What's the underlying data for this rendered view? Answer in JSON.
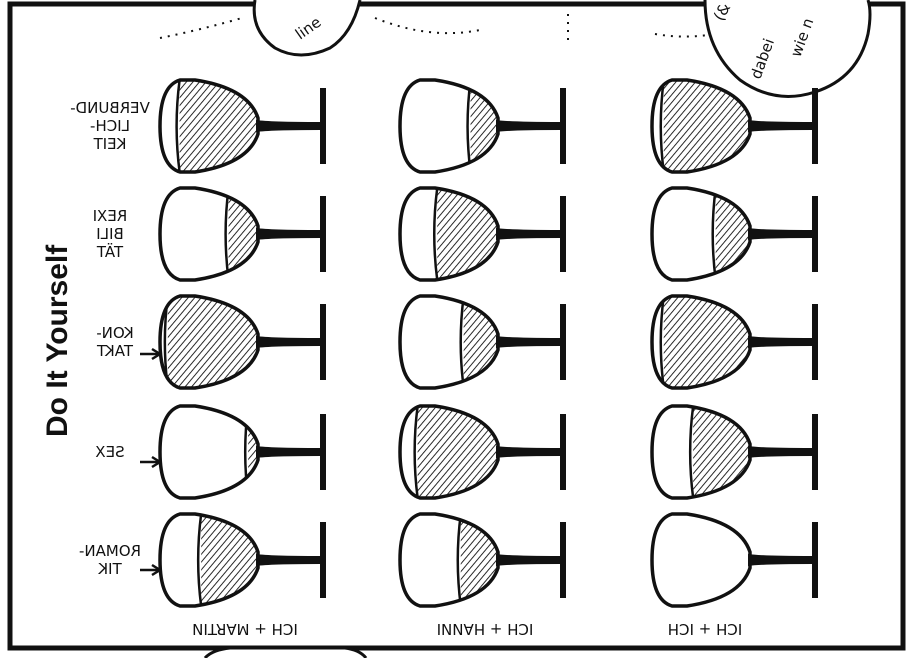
{
  "title": "Do It Yourself",
  "bubbles": {
    "left_fragment": "line",
    "right_fragment_1": "(&",
    "right_fragment_2": "dabei",
    "right_fragment_3": "wie n"
  },
  "pairs": [
    {
      "label": "ICH + MARTIN"
    },
    {
      "label": "ICH + HANNI"
    },
    {
      "label": "ICH + ICH"
    }
  ],
  "categories": [
    {
      "lines": [
        "VERBUND-",
        "LICH-",
        "KEIT"
      ]
    },
    {
      "lines": [
        "REXI",
        "BILI",
        "TÄT"
      ]
    },
    {
      "lines": [
        "KON-",
        "TAKT"
      ]
    },
    {
      "lines": [
        "SEX"
      ]
    },
    {
      "lines": [
        "ROMAN-",
        "TIK"
      ]
    }
  ],
  "fill_levels": [
    [
      0.8,
      0.28,
      0.88
    ],
    [
      0.3,
      0.62,
      0.35
    ],
    [
      0.92,
      0.35,
      0.88
    ],
    [
      0.1,
      0.82,
      0.58
    ],
    [
      0.58,
      0.38,
      0.0
    ]
  ],
  "colors": {
    "ink": "#111111",
    "paper": "#ffffff"
  }
}
